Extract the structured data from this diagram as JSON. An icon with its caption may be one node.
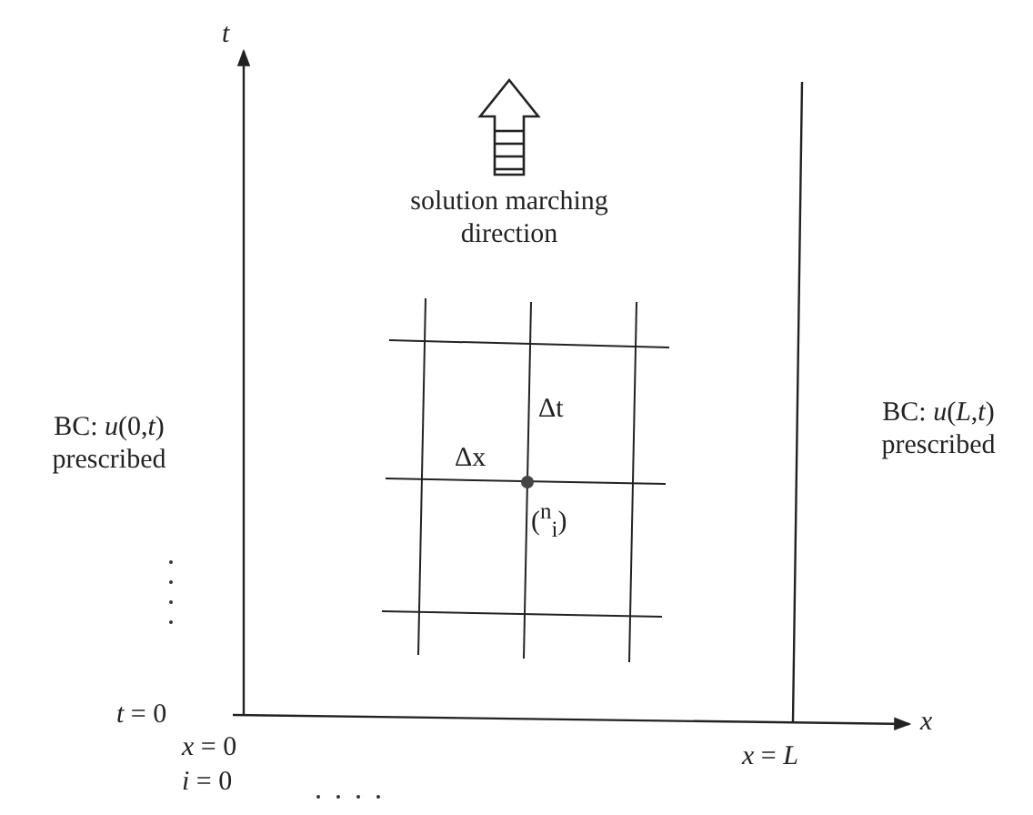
{
  "diagram": {
    "labels": [
      "*t*",
      "solution marching direction",
      "BC: *u*(0,*t*) prescribed",
      "Δt",
      "BC: *u*(*L*,*t*) prescribed",
      "Δx",
      "($^{n}$$_{i}$)",
      "*t* = 0",
      "*x*",
      "*x* = 0",
      "*x* = *L*",
      "*i* = 0"
    ]
  }
}
